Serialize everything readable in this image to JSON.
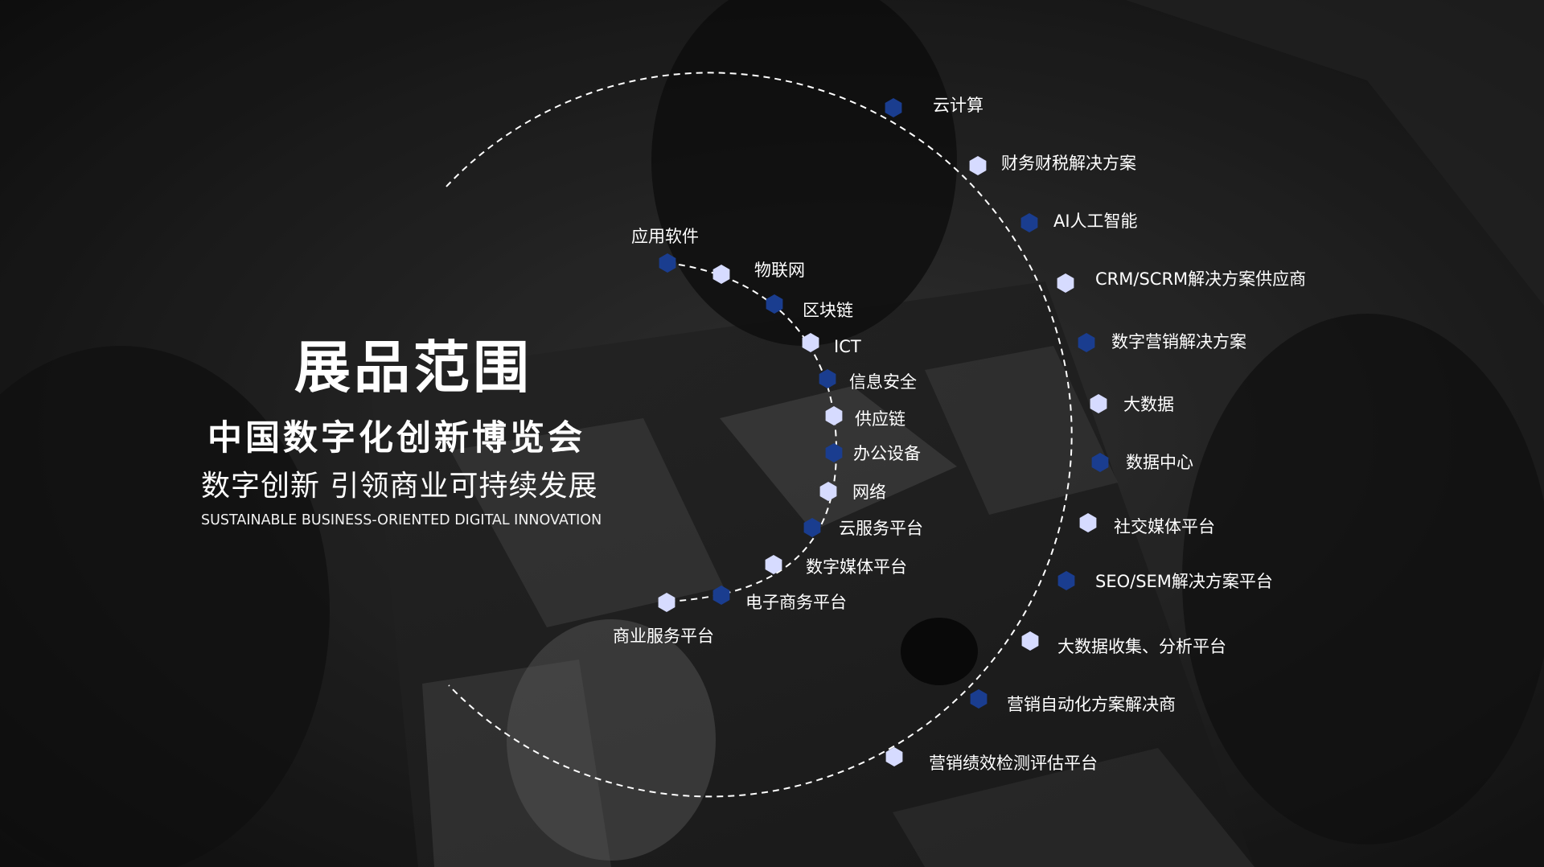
{
  "main_title": "展品范围",
  "sub_title": "中国数字化创新博览会",
  "slogan": "数字创新 引领商业可持续发展",
  "slogan_en": "SUSTAINABLE BUSINESS-ORIENTED DIGITAL INNOVATION",
  "colors": {
    "dark_dot": "#1a3d8f",
    "light_dot": "#d6dbff",
    "dash": "#ffffff"
  },
  "outer_items": [
    "云计算",
    "财务财税解决方案",
    "AI人工智能",
    "CRM/SCRM解决方案供应商",
    "数字营销解决方案",
    "大数据",
    "数据中心",
    "社交媒体平台",
    "SEO/SEM解决方案平台",
    "大数据收集、分析平台",
    "营销自动化方案解决商",
    "营销绩效检测评估平台"
  ],
  "inner_items": [
    "应用软件",
    "物联网",
    "区块链",
    "ICT",
    "信息安全",
    "供应链",
    "办公设备",
    "网络",
    "云服务平台",
    "数字媒体平台",
    "电子商务平台",
    "商业服务平台"
  ]
}
